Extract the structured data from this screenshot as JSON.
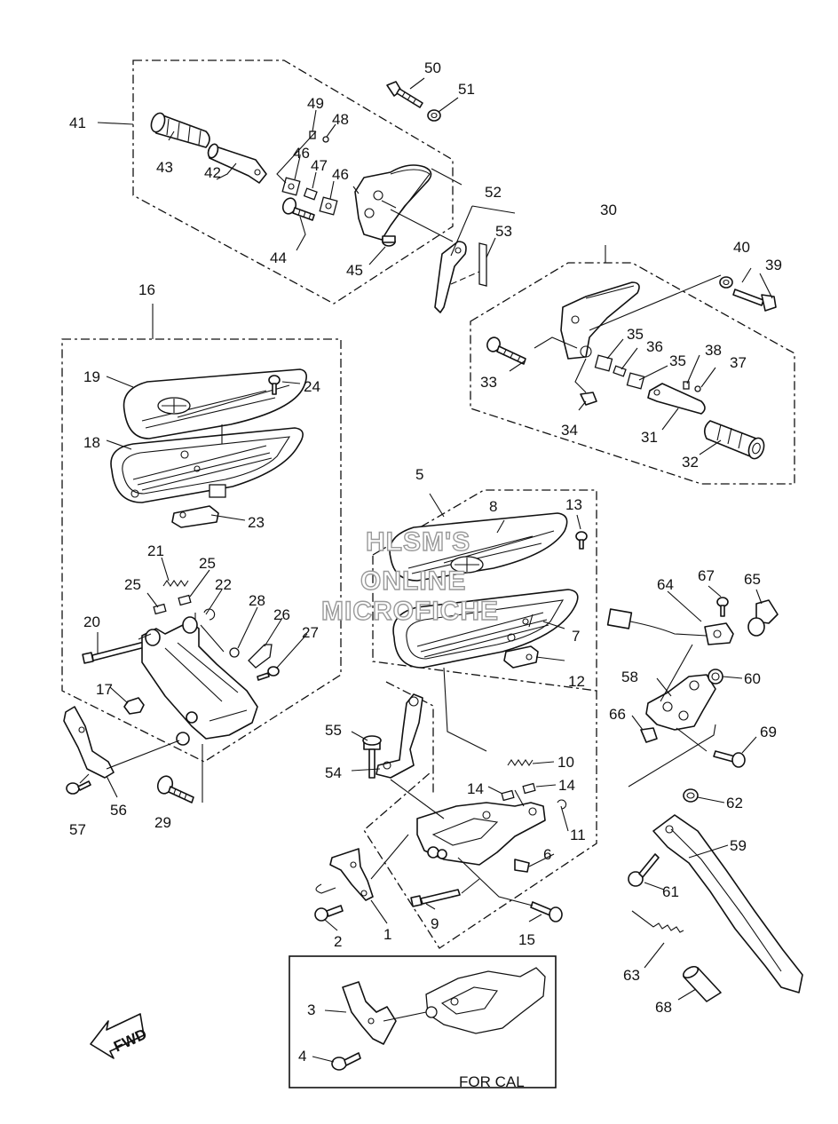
{
  "callouts": {
    "c1": "1",
    "c2": "2",
    "c3": "3",
    "c4": "4",
    "c5": "5",
    "c6": "6",
    "c7": "7",
    "c8": "8",
    "c9": "9",
    "c10": "10",
    "c11": "11",
    "c12": "12",
    "c13": "13",
    "c14a": "14",
    "c14b": "14",
    "c15": "15",
    "c16": "16",
    "c17": "17",
    "c18": "18",
    "c19": "19",
    "c20": "20",
    "c21": "21",
    "c22": "22",
    "c23": "23",
    "c24": "24",
    "c25a": "25",
    "c25b": "25",
    "c26": "26",
    "c27": "27",
    "c28": "28",
    "c29": "29",
    "c30": "30",
    "c31": "31",
    "c32": "32",
    "c33": "33",
    "c34": "34",
    "c35a": "35",
    "c35b": "35",
    "c36": "36",
    "c37": "37",
    "c38": "38",
    "c39": "39",
    "c40": "40",
    "c41": "41",
    "c42": "42",
    "c43": "43",
    "c44": "44",
    "c45": "45",
    "c46a": "46",
    "c46b": "46",
    "c47": "47",
    "c48": "48",
    "c49": "49",
    "c50": "50",
    "c51": "51",
    "c52": "52",
    "c53": "53",
    "c54": "54",
    "c55": "55",
    "c56": "56",
    "c57": "57",
    "c58": "58",
    "c59": "59",
    "c60": "60",
    "c61": "61",
    "c62": "62",
    "c63": "63",
    "c64": "64",
    "c65": "65",
    "c66": "66",
    "c67": "67",
    "c68": "68",
    "c69": "69"
  },
  "watermark": {
    "line1": "HLSM'S",
    "line2": "ONLINE",
    "line3": "MICROFICHE"
  },
  "inset_label": "FOR CAL",
  "fwd_label": "FWD"
}
